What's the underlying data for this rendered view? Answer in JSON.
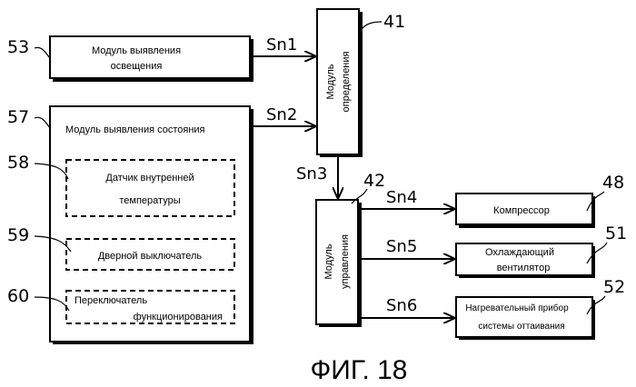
{
  "blocks": {
    "illumination": {
      "ref": "53",
      "line1": "Модуль выявления",
      "line2": "освещения"
    },
    "state": {
      "ref": "57",
      "title": "Модуль выявления состояния"
    },
    "temp_sensor": {
      "ref": "58",
      "line1": "Датчик внутренней",
      "line2": "температуры"
    },
    "door_switch": {
      "ref": "59",
      "label": "Дверной выключатель"
    },
    "mode_switch": {
      "ref": "60",
      "line1": "Переключатель",
      "line2": "функционирования"
    },
    "determination": {
      "ref": "41",
      "line1": "Модуль",
      "line2": "определения"
    },
    "control": {
      "ref": "42",
      "line1": "Модуль",
      "line2": "управления"
    },
    "compressor": {
      "ref": "48",
      "label": "Компрессор"
    },
    "fan": {
      "ref": "51",
      "line1": "Охлаждающий",
      "line2": "вентилятор"
    },
    "heater": {
      "ref": "52",
      "line1": "Нагревательный прибор",
      "line2": "системы оттаивания"
    }
  },
  "signals": {
    "sn1": "Sn1",
    "sn2": "Sn2",
    "sn3": "Sn3",
    "sn4": "Sn4",
    "sn5": "Sn5",
    "sn6": "Sn6"
  },
  "caption": "ФИГ. 18"
}
